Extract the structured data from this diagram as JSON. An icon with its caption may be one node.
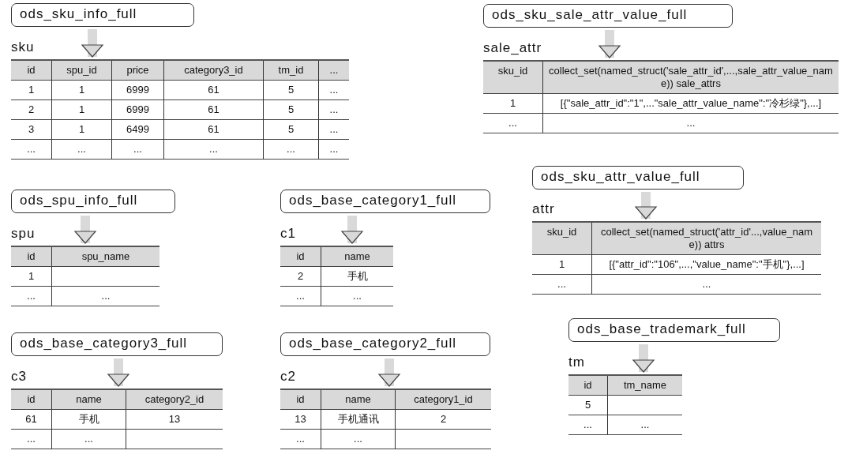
{
  "diagram": {
    "nodes": [
      {
        "text": [
          "ods_sku_info_full"
        ]
      },
      {
        "text": [
          "sku",
          "id",
          "spu_id",
          "price",
          "category3_id",
          "tm_id",
          "...",
          "1",
          "1",
          "6999",
          "61",
          "5",
          "...",
          "2",
          "1",
          "6999",
          "61",
          "5",
          "...",
          "3",
          "1",
          "6499",
          "61",
          "5",
          "...",
          "...",
          "...",
          "...",
          "...",
          "...",
          "..."
        ]
      },
      {
        "text": [
          "ods_sku_sale_attr_value_full"
        ]
      },
      {
        "text": [
          "sale_attr",
          "sku_id",
          "collect_set(named_struct('sale_attr_id',...,sale_attr_value_name)) sale_attrs",
          "1",
          "[{\"sale_attr_id\":\"1\",...\"sale_attr_value_name\":\"冷杉绿\"},...]",
          "...",
          "..."
        ]
      },
      {
        "text": [
          "ods_spu_info_full"
        ]
      },
      {
        "text": [
          "spu",
          "id",
          "spu_name",
          "1",
          "...",
          "..."
        ]
      },
      {
        "text": [
          "ods_base_category1_full"
        ]
      },
      {
        "text": [
          "c1",
          "id",
          "name",
          "2",
          "手机",
          "...",
          "..."
        ]
      },
      {
        "text": [
          "ods_base_category3_full"
        ]
      },
      {
        "text": [
          "c3",
          "id",
          "name",
          "category2_id",
          "61",
          "手机",
          "13",
          "...",
          "..."
        ]
      },
      {
        "text": [
          "ods_base_category2_full"
        ]
      },
      {
        "text": [
          "c2",
          "id",
          "name",
          "category1_id",
          "13",
          "手机通讯",
          "2",
          "...",
          "..."
        ]
      },
      {
        "text": [
          "ods_sku_attr_value_full"
        ]
      },
      {
        "text": [
          "attr",
          "sku_id",
          "collect_set(named_struct('attr_id'...,value_name)) attrs",
          "1",
          "[{\"attr_id\":\"106\",...,\"value_name\":\"手机\"},...]",
          "...",
          "..."
        ]
      },
      {
        "text": [
          "ods_base_trademark_full"
        ]
      },
      {
        "text": [
          "tm",
          "id",
          "tm_name",
          "5",
          "...",
          "..."
        ]
      }
    ],
    "edges": [
      {
        "from": 0,
        "to": 1,
        "arrow": "to"
      },
      {
        "from": 2,
        "to": 3,
        "arrow": "to"
      },
      {
        "from": 4,
        "to": 5,
        "arrow": "to"
      },
      {
        "from": 6,
        "to": 7,
        "arrow": "to"
      },
      {
        "from": 8,
        "to": 9,
        "arrow": "to"
      },
      {
        "from": 10,
        "to": 11,
        "arrow": "to"
      },
      {
        "from": 12,
        "to": 13,
        "arrow": "to"
      },
      {
        "from": 14,
        "to": 15,
        "arrow": "to"
      }
    ]
  }
}
